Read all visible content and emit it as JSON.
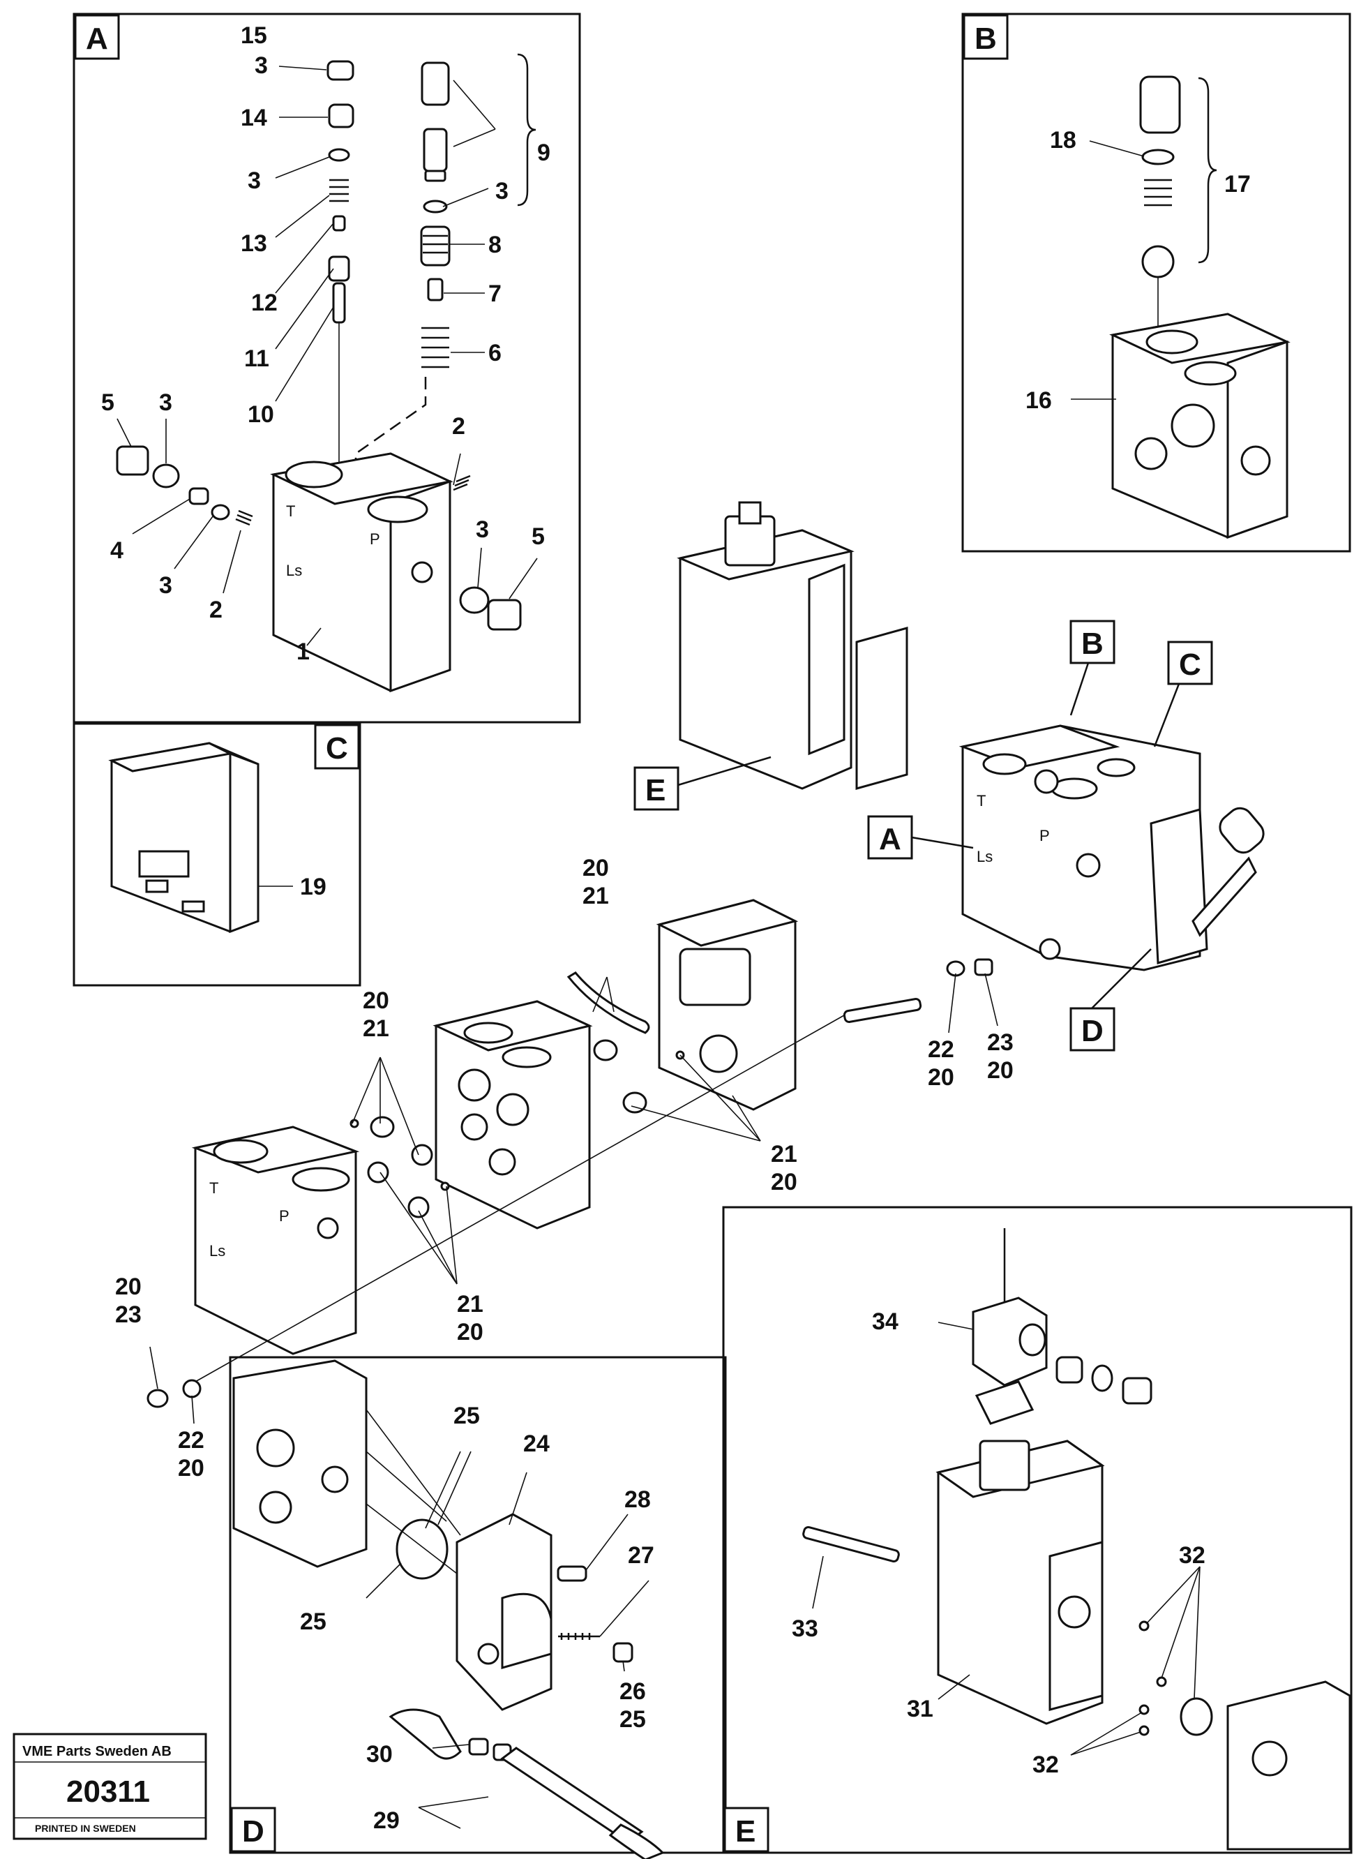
{
  "panels": {
    "A": "A",
    "B": "B",
    "C": "C",
    "D": "D",
    "E": "E"
  },
  "callouts": {
    "B": "B",
    "C": "C",
    "A": "A",
    "D": "D",
    "E": "E"
  },
  "panel_A_labels": {
    "l15": "15",
    "l3a": "3",
    "l14": "14",
    "l3b": "3",
    "l13": "13",
    "l12": "12",
    "l11": "11",
    "l10": "10",
    "l9": "9",
    "l3c": "3",
    "l8": "8",
    "l7": "7",
    "l6": "6",
    "l5a": "5",
    "l3d": "3",
    "l4": "4",
    "l3e": "3",
    "l2a": "2",
    "l2b": "2",
    "l3f": "3",
    "l5b": "5",
    "l1": "1"
  },
  "panel_B_labels": {
    "l18": "18",
    "l17": "17",
    "l16": "16"
  },
  "panel_C_labels": {
    "l19": "19"
  },
  "center_labels": {
    "l20a": "20",
    "l21a": "21",
    "l20b": "20",
    "l21b": "21",
    "l21c": "21",
    "l20c": "20",
    "l21d": "21",
    "l20d": "20",
    "l22a": "22",
    "l20e": "20",
    "l23a": "23",
    "l20f": "20",
    "l20g": "20",
    "l23b": "23",
    "l22b": "22",
    "l20h": "20"
  },
  "panel_D_labels": {
    "l25a": "25",
    "l24": "24",
    "l28": "28",
    "l27": "27",
    "l25b": "25",
    "l26": "26",
    "l25c": "25",
    "l30": "30",
    "l29": "29"
  },
  "panel_E_labels": {
    "l34": "34",
    "l32a": "32",
    "l33": "33",
    "l31": "31",
    "l32b": "32"
  },
  "valve_markings": {
    "T": "T",
    "P": "P",
    "Ls": "Ls"
  },
  "title_block": {
    "company": "VME Parts Sweden AB",
    "number": "20311",
    "printed": "PRINTED IN SWEDEN"
  }
}
